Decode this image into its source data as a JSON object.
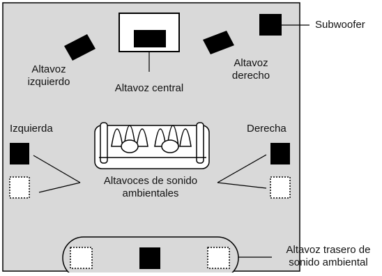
{
  "labels": {
    "subwoofer": "Subwoofer",
    "left_front_line1": "Altavoz",
    "left_front_line2": "izquierdo",
    "center": "Altavoz central",
    "right_front_line1": "Altavoz",
    "right_front_line2": "derecho",
    "left_side": "Izquierda",
    "right_side": "Derecha",
    "surround_line1": "Altavoces de sonido",
    "surround_line2": "ambientales",
    "rear_line1": "Altavoz trasero de",
    "rear_line2": "sonido ambiental"
  },
  "colors": {
    "room": "#d9d9d9",
    "speaker": "#000000",
    "outline": "#000000",
    "white": "#ffffff"
  }
}
